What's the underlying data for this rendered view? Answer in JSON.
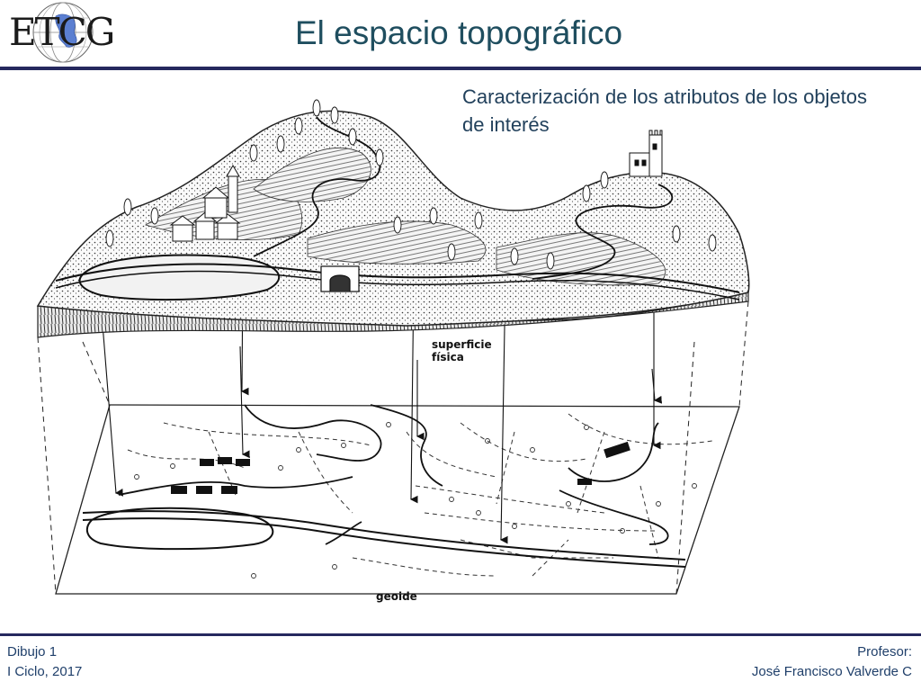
{
  "header": {
    "logo_text": "ETCG",
    "title": "El espacio topográfico"
  },
  "content": {
    "subtitle": "Caracterización de los atributos de los objetos de interés",
    "figure": {
      "label_surface_line1": "superficie",
      "label_surface_line2": "física",
      "label_geoid": "geoide"
    }
  },
  "footer": {
    "left_line1": "Dibujo 1",
    "left_line2": "I Ciclo, 2017",
    "right_line1": "Profesor:",
    "right_line2": "José Francisco Valverde C"
  }
}
